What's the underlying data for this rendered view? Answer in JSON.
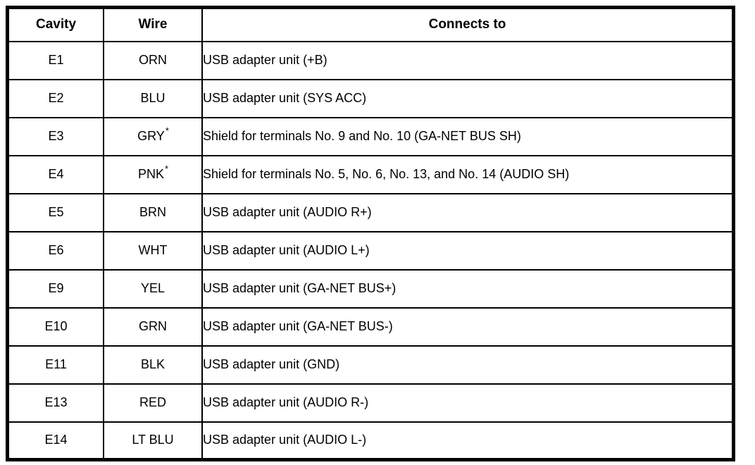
{
  "table": {
    "headers": {
      "cavity": "Cavity",
      "wire": "Wire",
      "connects": "Connects to"
    },
    "rows": [
      {
        "cavity": "E1",
        "wire": "ORN",
        "wire_note": "",
        "connects": "USB adapter unit (+B)"
      },
      {
        "cavity": "E2",
        "wire": "BLU",
        "wire_note": "",
        "connects": "USB adapter unit (SYS ACC)"
      },
      {
        "cavity": "E3",
        "wire": "GRY",
        "wire_note": "*",
        "connects": "Shield for terminals No. 9 and No. 10 (GA-NET BUS SH)"
      },
      {
        "cavity": "E4",
        "wire": "PNK",
        "wire_note": "*",
        "connects": "Shield for terminals No. 5, No. 6, No. 13, and No. 14 (AUDIO SH)"
      },
      {
        "cavity": "E5",
        "wire": "BRN",
        "wire_note": "",
        "connects": "USB adapter unit (AUDIO R+)"
      },
      {
        "cavity": "E6",
        "wire": "WHT",
        "wire_note": "",
        "connects": "USB adapter unit (AUDIO L+)"
      },
      {
        "cavity": "E9",
        "wire": "YEL",
        "wire_note": "",
        "connects": "USB adapter unit (GA-NET BUS+)"
      },
      {
        "cavity": "E10",
        "wire": "GRN",
        "wire_note": "",
        "connects": "USB adapter unit (GA-NET BUS-)"
      },
      {
        "cavity": "E11",
        "wire": "BLK",
        "wire_note": "",
        "connects": "USB adapter unit (GND)"
      },
      {
        "cavity": "E13",
        "wire": "RED",
        "wire_note": "",
        "connects": "USB adapter unit (AUDIO R-)"
      },
      {
        "cavity": "E14",
        "wire": "LT BLU",
        "wire_note": "",
        "connects": "USB adapter unit (AUDIO L-)"
      }
    ],
    "colors": {
      "border": "#000000",
      "background": "#ffffff",
      "text": "#000000"
    }
  }
}
